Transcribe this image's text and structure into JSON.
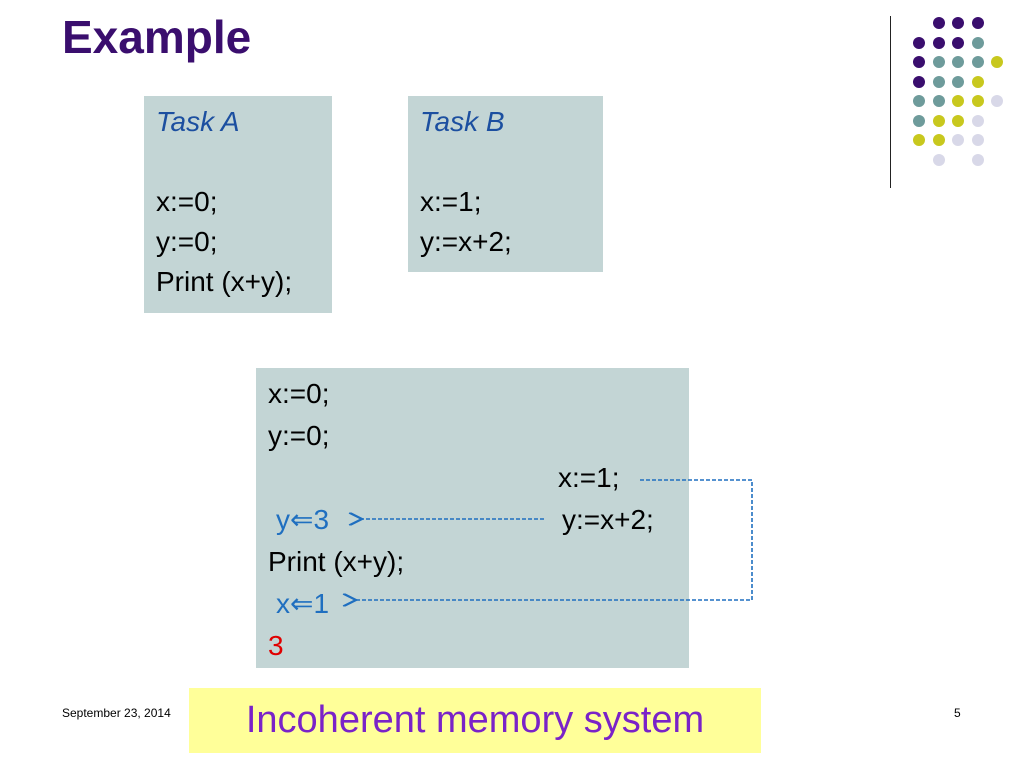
{
  "slide": {
    "title": "Example",
    "date": "September 23, 2014",
    "page_number": "5",
    "callout": "Incoherent memory system"
  },
  "task_a": {
    "header": "Task A",
    "lines": [
      "x:=0;",
      "y:=0;",
      "Print (x+y);"
    ]
  },
  "task_b": {
    "header": "Task B",
    "lines": [
      "x:=1;",
      "y:=x+2;"
    ]
  },
  "trace": {
    "line1": "x:=0;",
    "line2": "y:=0;",
    "line3": "x:=1;",
    "line4_left": "y⇐3",
    "line4_right": "y:=x+2;",
    "line5": "Print (x+y);",
    "line6": "x⇐1",
    "line7": "3"
  },
  "colors": {
    "title": "#3a0e6e",
    "box_bg": "#c3d5d5",
    "blue": "#1f6fc0",
    "result_red": "#e00000",
    "callout_bg": "#ffff99",
    "callout_text": "#7a22c8"
  },
  "decoration": {
    "dot_colors": [
      "#3a0e6e",
      "#6e9b9b",
      "#c8c81e",
      "#d8d8e8"
    ]
  }
}
